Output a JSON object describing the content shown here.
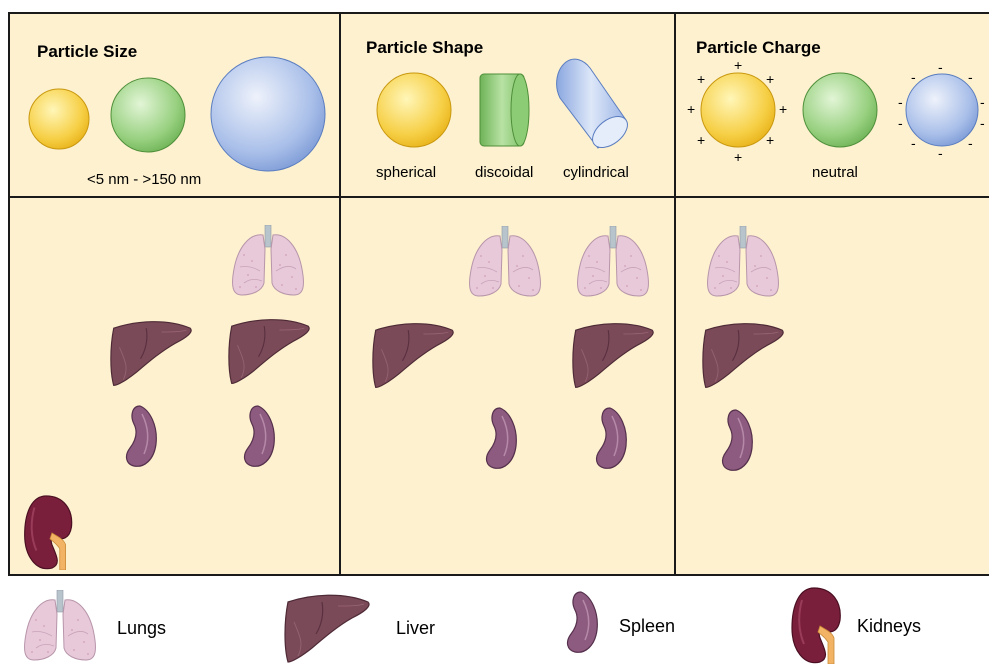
{
  "panels": {
    "size": {
      "title": "Particle Size",
      "caption": "<5 nm - >150 nm"
    },
    "shape": {
      "title": "Particle Shape",
      "captions": [
        "spherical",
        "discoidal",
        "cylindrical"
      ]
    },
    "charge": {
      "title": "Particle Charge",
      "caption": "neutral",
      "positive_sign": "+",
      "negative_sign": "-"
    }
  },
  "legend": {
    "lungs": "Lungs",
    "liver": "Liver",
    "spleen": "Spleen",
    "kidneys": "Kidneys"
  },
  "colors": {
    "background": "#fdf1cf",
    "yellow": "#f4c531",
    "green": "#7fc36b",
    "blue": "#9db5e6",
    "lungs": "#e6c7d9",
    "liver": "#7a4a58",
    "spleen": "#8e5b80",
    "kidney": "#7a1f3b",
    "ureter": "#f2b464"
  }
}
